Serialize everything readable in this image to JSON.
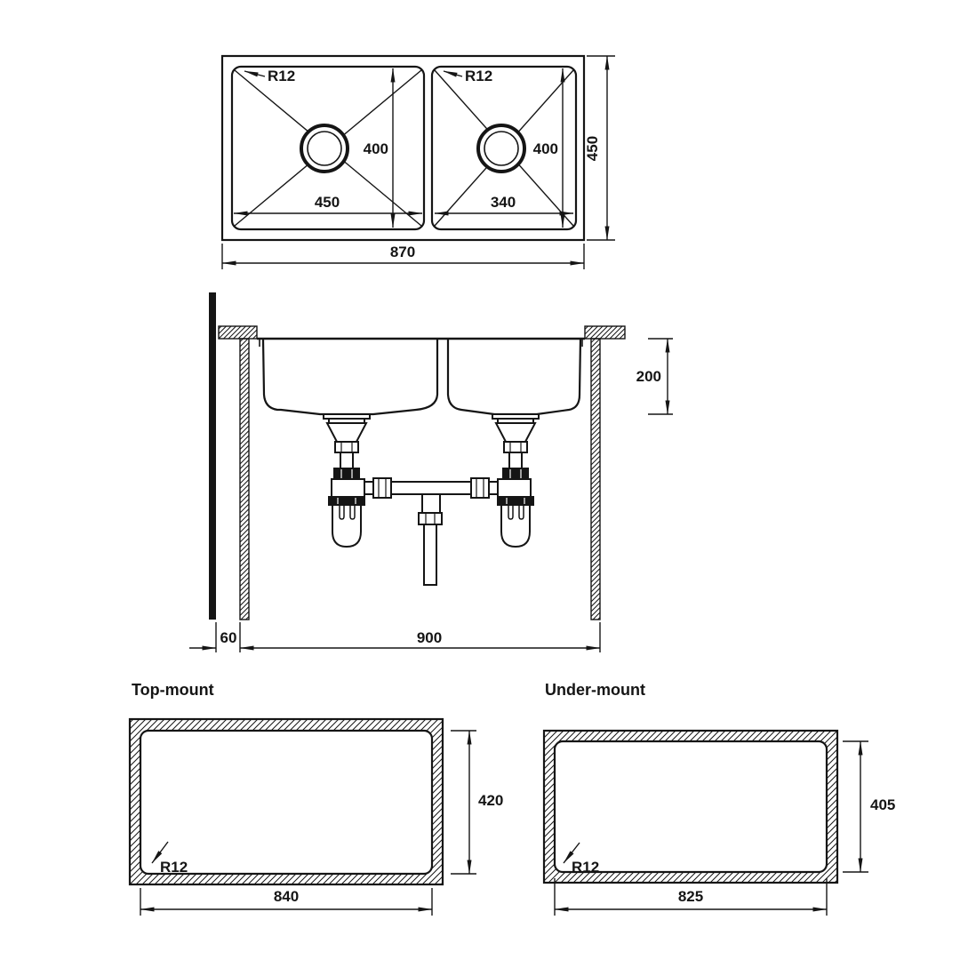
{
  "drawing": {
    "type": "double-bowl-sink-dimension-drawing",
    "ink": "#151515",
    "background": "#ffffff"
  },
  "top_view": {
    "overall_width": "870",
    "overall_depth": "450",
    "left_bowl": {
      "corner_radius": "R12",
      "width": "450",
      "depth": "400"
    },
    "right_bowl": {
      "corner_radius": "R12",
      "width": "340",
      "depth": "400"
    }
  },
  "section_view": {
    "bowl_depth": "200",
    "wall_offset": "60",
    "cabinet_width": "900"
  },
  "cutouts": {
    "top_mount": {
      "title": "Top-mount",
      "cutout_width": "840",
      "cutout_depth": "420",
      "corner_radius": "R12"
    },
    "under_mount": {
      "title": "Under-mount",
      "cutout_width": "825",
      "cutout_depth": "405",
      "corner_radius": "R12"
    }
  }
}
